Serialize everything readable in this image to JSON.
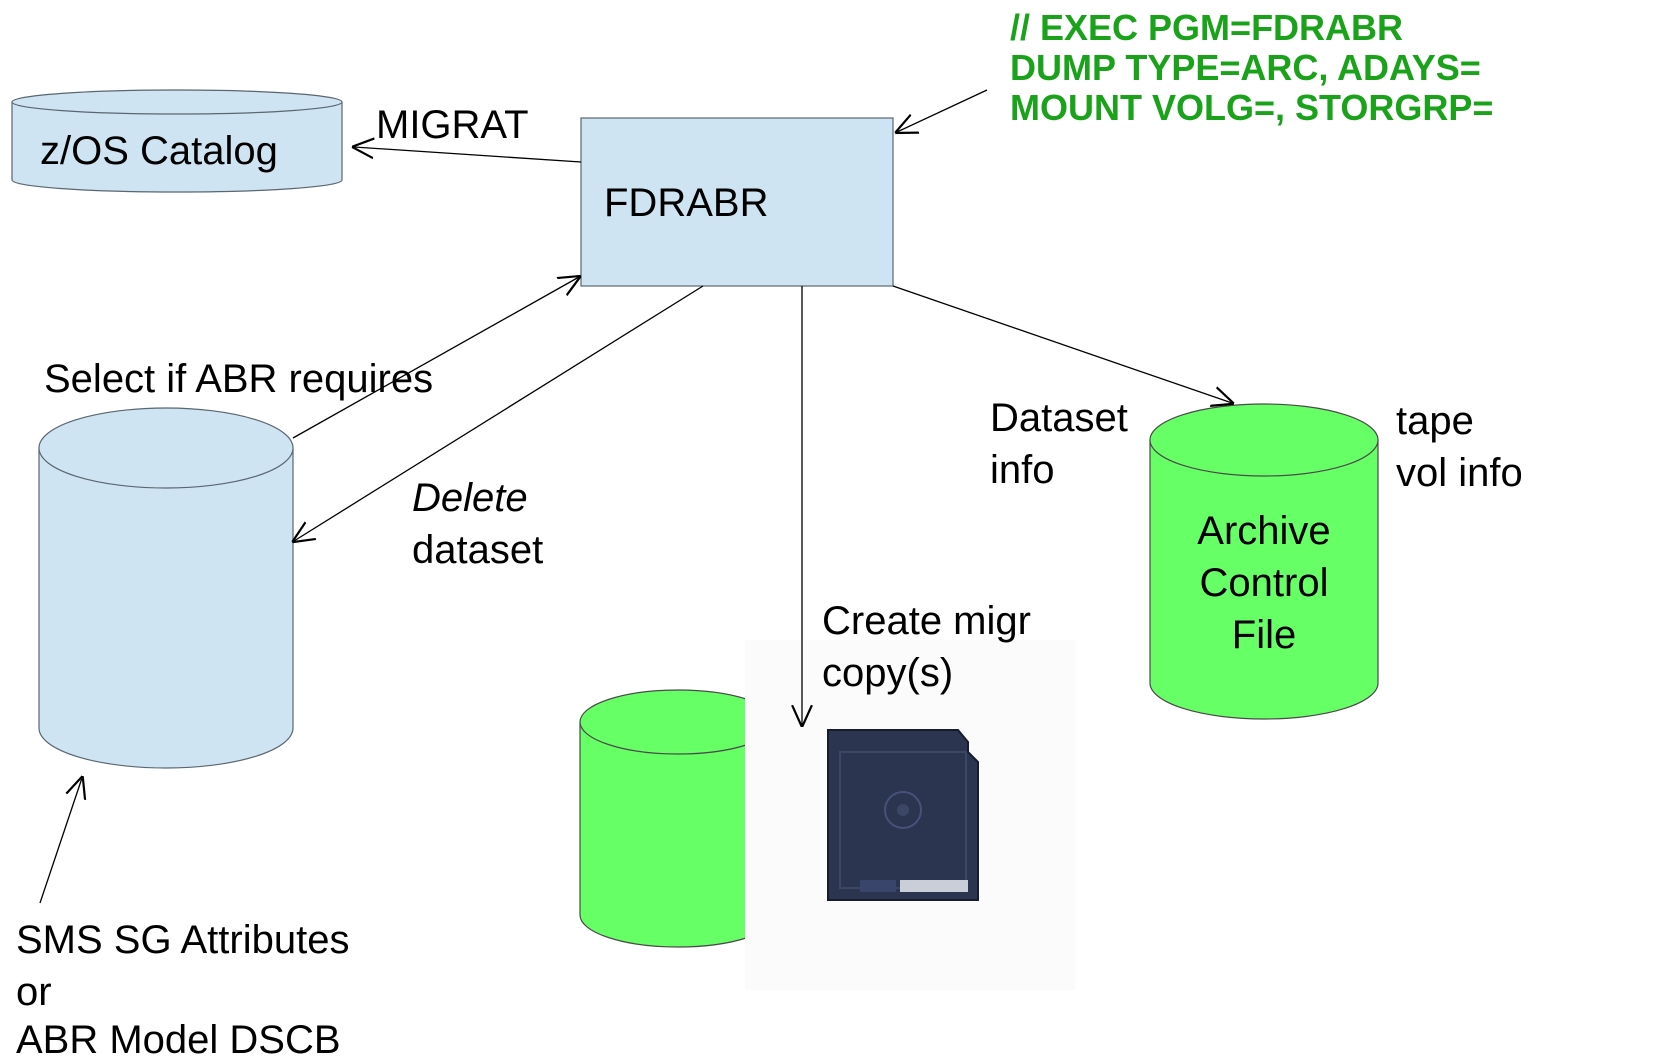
{
  "colors": {
    "light_blue": "#cfe4f2",
    "green": "#66ff66",
    "jcl_green": "#1aa31a",
    "tape_dark": "#2b3550"
  },
  "jcl": {
    "line1": "// EXEC PGM=FDRABR",
    "line2": "DUMP TYPE=ARC, ADAYS=",
    "line3": "MOUNT VOLG=, STORGRP="
  },
  "catalog": {
    "label": "z/OS Catalog"
  },
  "fdrabr": {
    "label": "FDRABR"
  },
  "arrow_labels": {
    "migrat": "MIGRAT",
    "select": "Select if ABR requires",
    "delete_italic": "Delete",
    "delete_rest": "dataset",
    "create_line1": "Create migr",
    "create_line2": "copy(s)",
    "dataset_info_line1": "Dataset",
    "dataset_info_line2": "info",
    "tape_info_line1": "tape",
    "tape_info_line2": "vol info"
  },
  "archive": {
    "line1": "Archive",
    "line2": "Control",
    "line3": "File"
  },
  "sms": {
    "line1": "SMS SG Attributes",
    "line2": "or",
    "line3": "ABR Model DSCB"
  },
  "icons": {
    "catalog": "catalog-cylinder-icon",
    "volume": "dasd-volume-cylinder-icon",
    "archive": "archive-cylinder-icon",
    "migr_disk": "migration-disk-cylinder-icon",
    "tape": "tape-cartridge-icon"
  }
}
